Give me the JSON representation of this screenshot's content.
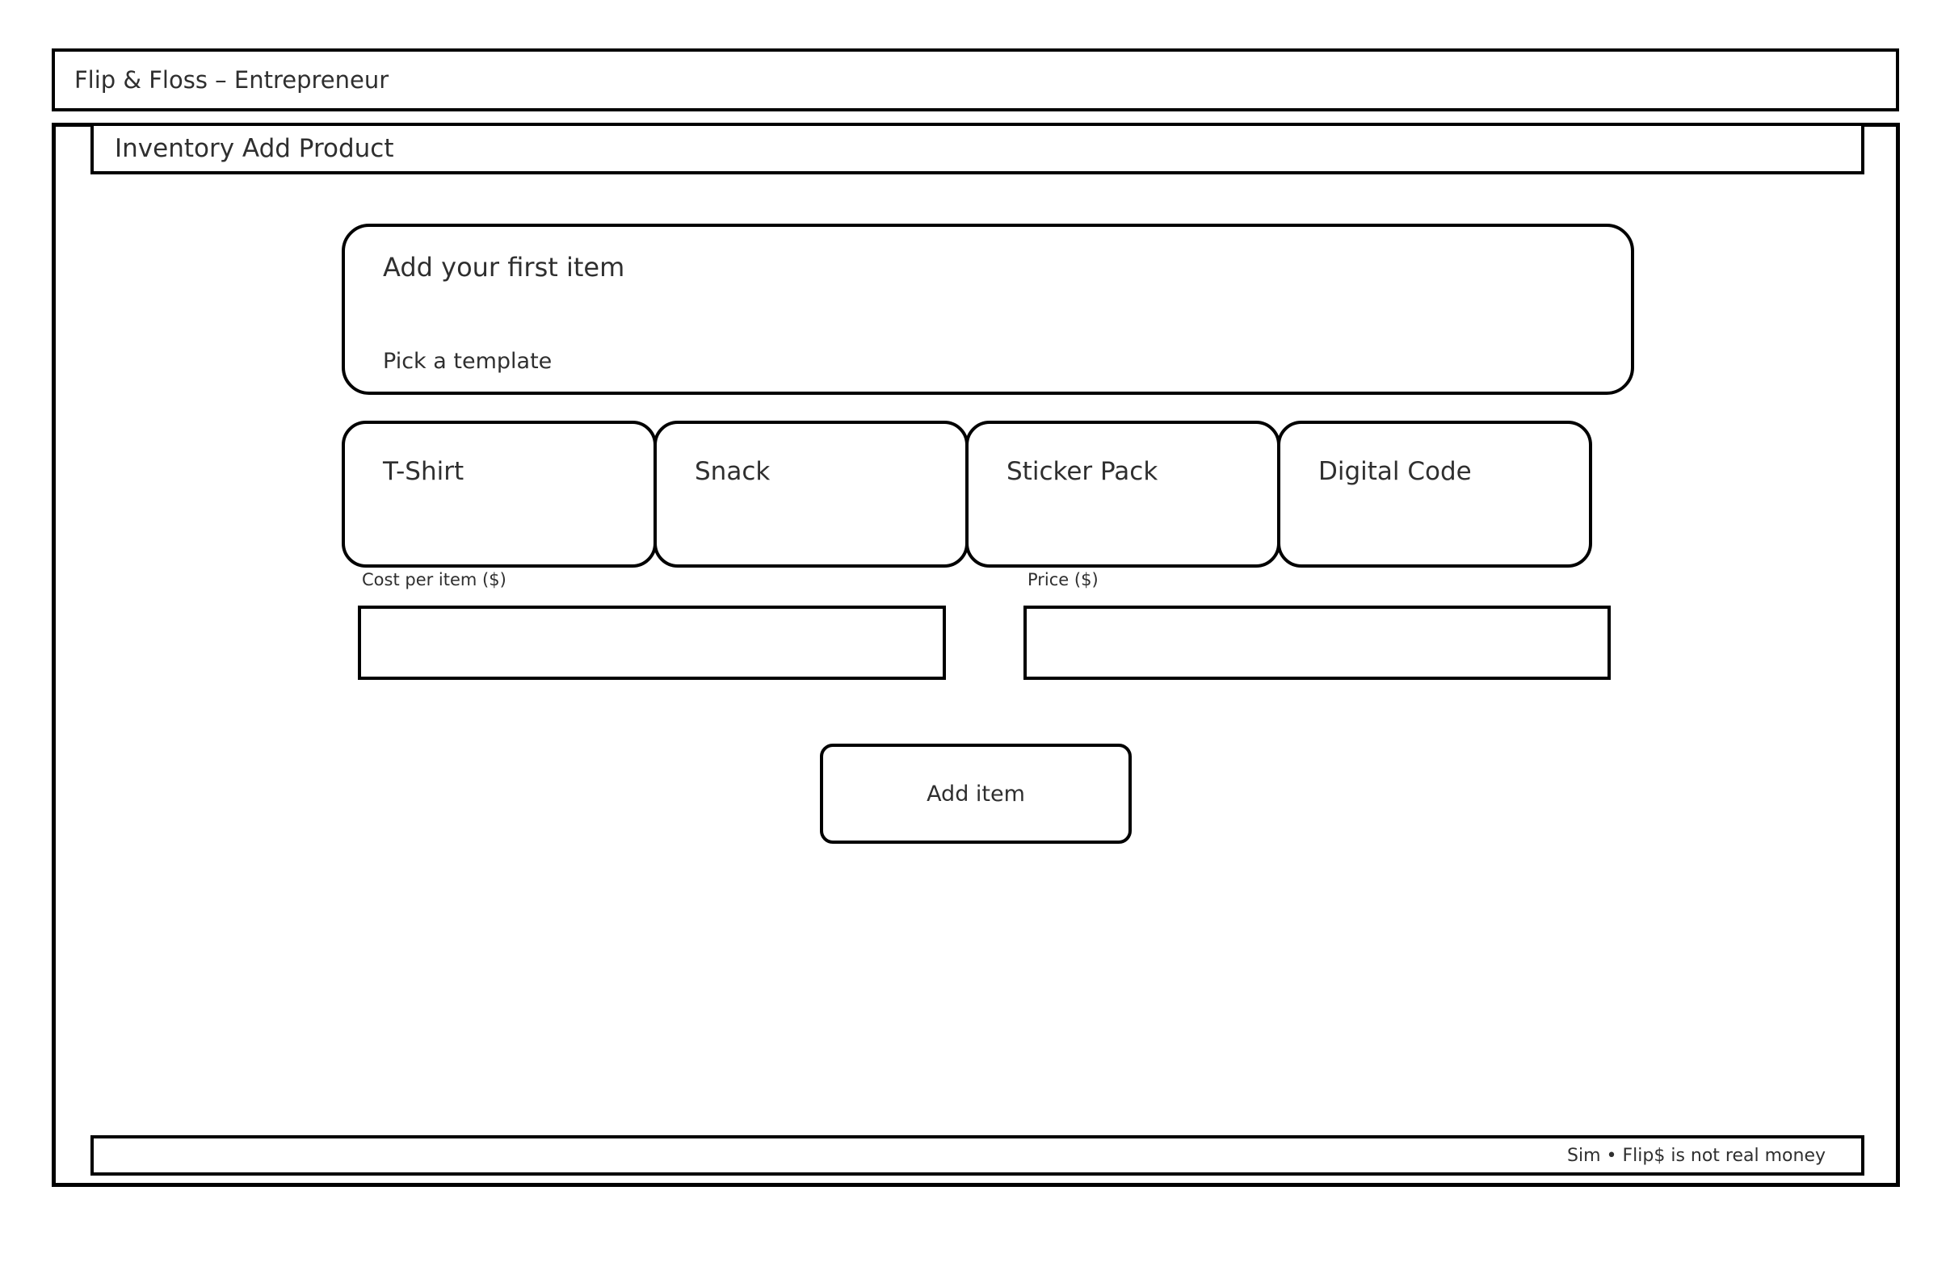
{
  "window": {
    "title": "Flip & Floss – Entrepreneur"
  },
  "header": {
    "title": "Inventory Add Product"
  },
  "panel": {
    "title": "Add your first item",
    "subtitle": "Pick a template"
  },
  "templates": [
    {
      "label": "T-Shirt"
    },
    {
      "label": "Snack"
    },
    {
      "label": "Sticker Pack"
    },
    {
      "label": "Digital Code"
    }
  ],
  "fields": {
    "cost": {
      "label": "Cost per item ($)",
      "value": "",
      "placeholder": ""
    },
    "price": {
      "label": "Price ($)",
      "value": "",
      "placeholder": ""
    }
  },
  "actions": {
    "add_item_label": "Add item"
  },
  "footer": {
    "note": "Sim • Flip$ is not real money"
  },
  "colors": {
    "background": "#ffffff",
    "border": "#000000",
    "text": "#2f2f2f"
  }
}
